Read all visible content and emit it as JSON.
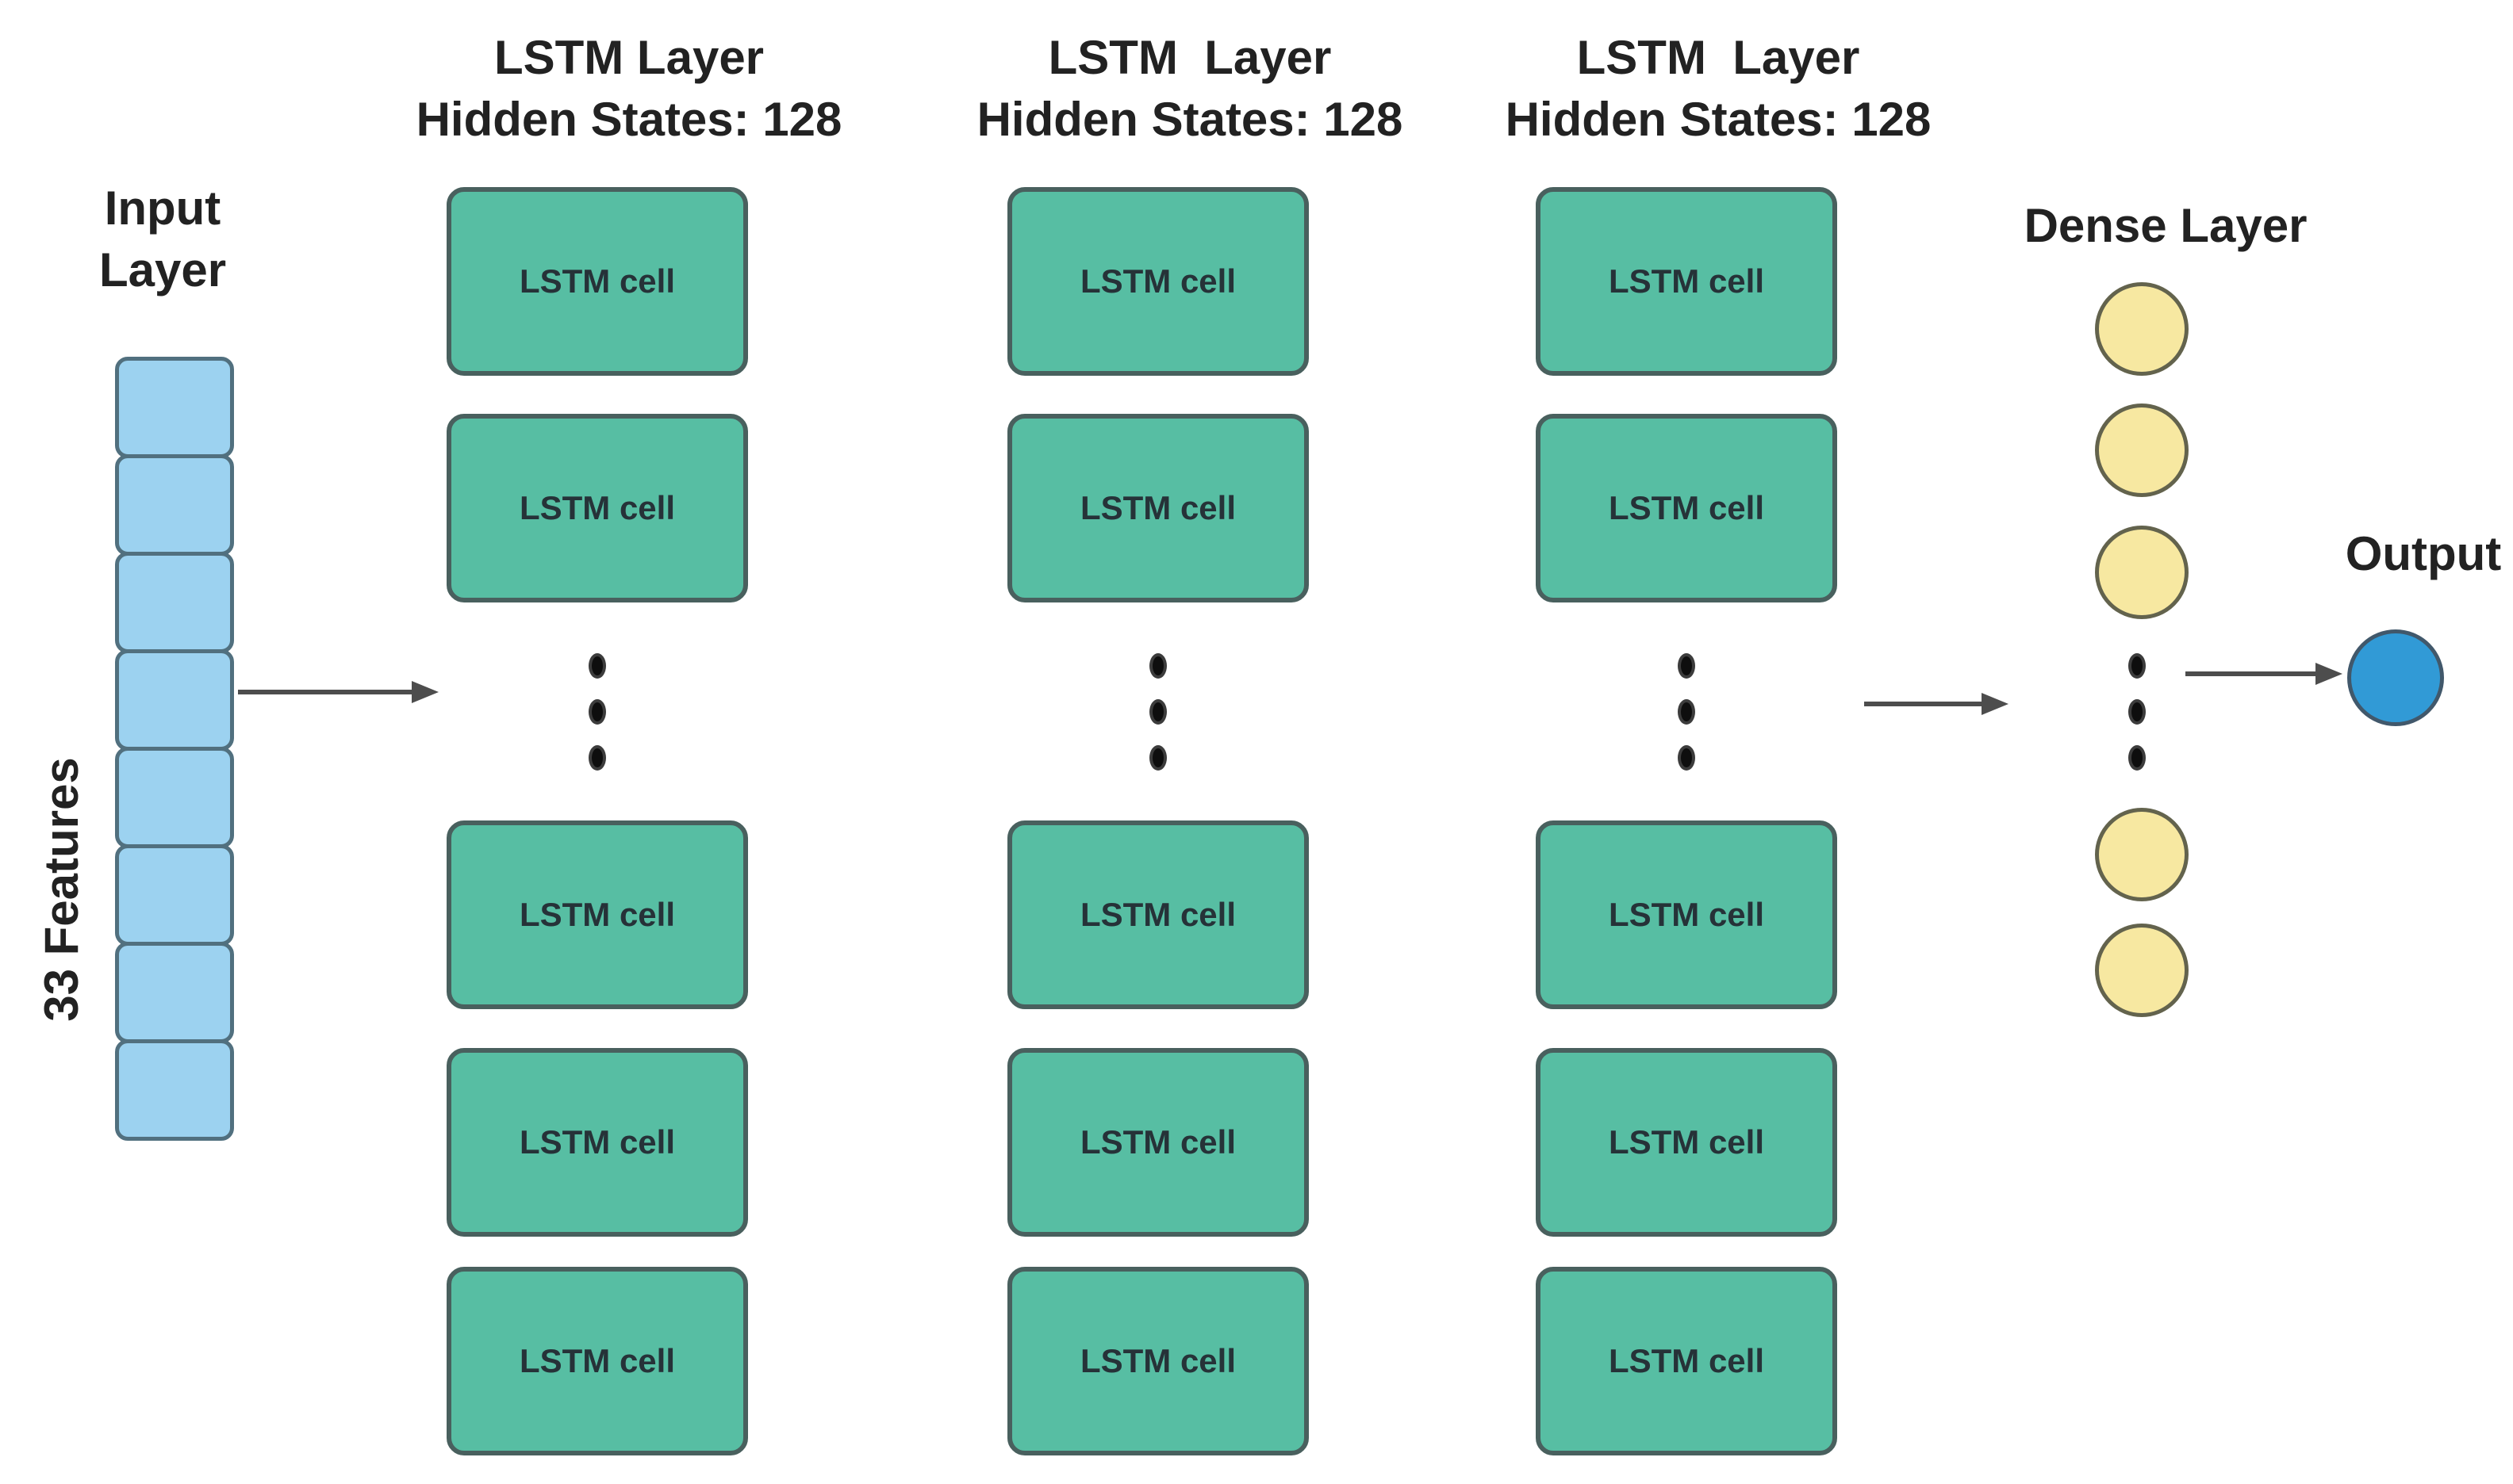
{
  "colors": {
    "input_fill": "#9cd2f0",
    "input_border": "#51707f",
    "lstm_fill": "#57bea3",
    "lstm_border": "#49605e",
    "dense_fill": "#f7e8a1",
    "dense_border": "#63634d",
    "output_fill": "#319ad6",
    "output_border": "#41586b",
    "arrow": "#4d4d4d",
    "dot": "#0e0e0e",
    "dot_ring": "#3c3c3c",
    "text": "#222222",
    "cell_text": "#263238"
  },
  "input_layer": {
    "title_line1": "Input",
    "title_line2": "Layer",
    "side_label": "33 Features",
    "unit_count": 8
  },
  "lstm_columns": [
    {
      "title_line1": "LSTM Layer",
      "title_line2": "Hidden States: 128",
      "cell_label": "LSTM cell",
      "visible_cells": 5
    },
    {
      "title_line1": "LSTM  Layer",
      "title_line2": "Hidden States: 128",
      "cell_label": "LSTM cell",
      "visible_cells": 5
    },
    {
      "title_line1": "LSTM  Layer",
      "title_line2": "Hidden States: 128",
      "cell_label": "LSTM cell",
      "visible_cells": 5
    }
  ],
  "dense_layer": {
    "title": "Dense Layer",
    "visible_neurons": 5
  },
  "output": {
    "label": "Output",
    "neurons": 1
  }
}
